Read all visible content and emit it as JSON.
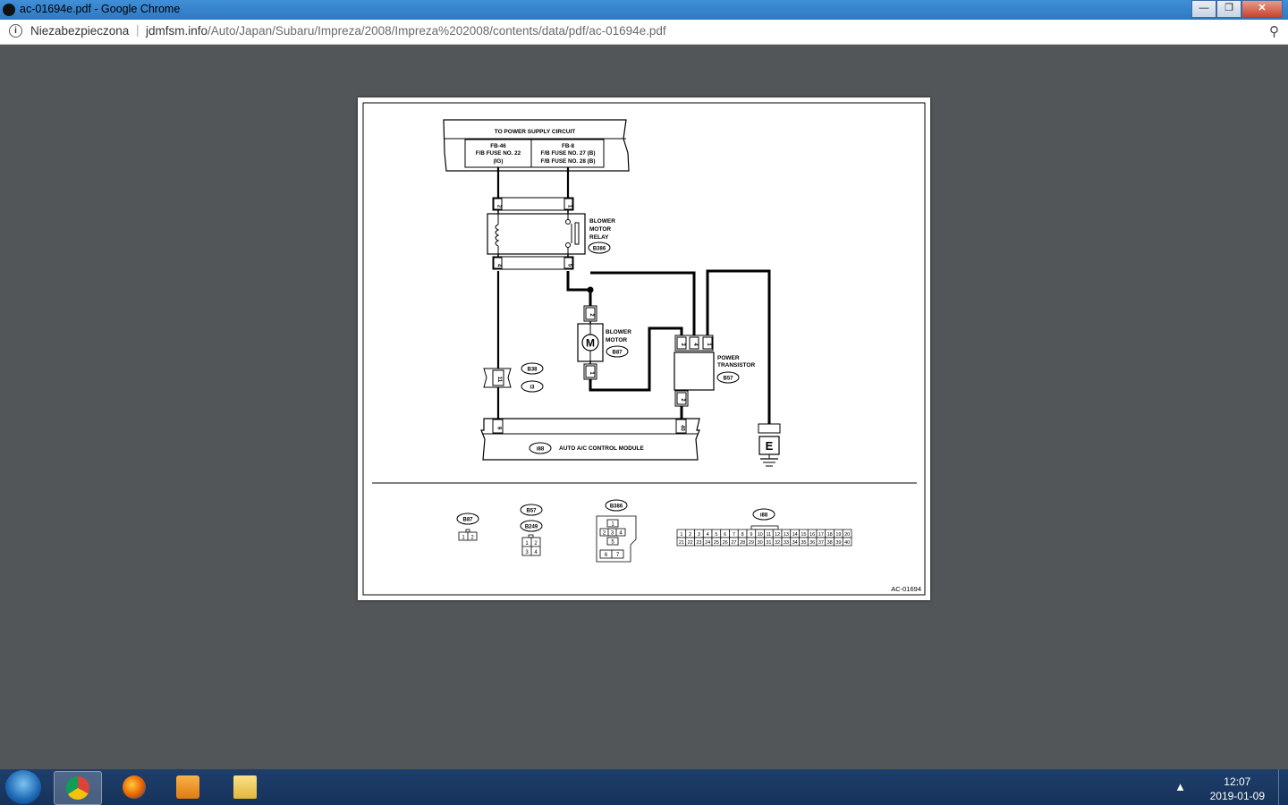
{
  "window": {
    "title": "ac-01694e.pdf - Google Chrome",
    "minimize": "—",
    "maximize": "❐",
    "close": "✕"
  },
  "address_bar": {
    "security": "Niezabezpieczona",
    "separator": "|",
    "domain": "jdmfsm.info",
    "path": "/Auto/Japan/Subaru/Impreza/2008/Impreza%202008/contents/data/pdf/ac-01694e.pdf",
    "info_glyph": "i",
    "zoom_glyph": "⚲"
  },
  "diagram": {
    "power_supply": "TO POWER SUPPLY CIRCUIT",
    "fuse_left": [
      "FB-46",
      "F/B FUSE NO. 22",
      "(IG)"
    ],
    "fuse_right": [
      "FB-8",
      "F/B FUSE NO. 27 (B)",
      "F/B FUSE NO. 28 (B)"
    ],
    "relay_label": [
      "BLOWER",
      "MOTOR",
      "RELAY"
    ],
    "relay_conn": "B386",
    "motor_label": [
      "BLOWER",
      "MOTOR"
    ],
    "motor_conn": "B87",
    "motor_symbol": "M",
    "transistor_label": [
      "POWER",
      "TRANSISTOR"
    ],
    "transistor_conn": "B57",
    "conn_b38": "B38",
    "conn_i3": "i3",
    "module_conn": "i88",
    "module_label": "AUTO A/C CONTROL MODULE",
    "ground": "E",
    "pins": {
      "relay_top_left": "2",
      "relay_top_right": "1",
      "relay_bot_left": "4",
      "relay_bot_right": "5",
      "motor_top": "2",
      "motor_bot": "1",
      "pt_a": "3",
      "pt_b": "4",
      "pt_c": "1",
      "pt_bot": "2",
      "junction": "11",
      "module_left": "9",
      "module_right": "40"
    },
    "views": {
      "b87": {
        "conn": "B87",
        "pins": [
          "1",
          "2"
        ]
      },
      "b57": {
        "conn": "B57",
        "conn2": "B249",
        "pins": [
          "1",
          "2",
          "3",
          "4"
        ]
      },
      "b386": {
        "conn": "B386",
        "pins": [
          "1",
          "2",
          "3",
          "4",
          "5",
          "6",
          "7"
        ]
      },
      "i88": {
        "conn": "i88",
        "row1": [
          "1",
          "2",
          "3",
          "4",
          "5",
          "6",
          "7",
          "8",
          "9",
          "10",
          "11",
          "12",
          "13",
          "14",
          "15",
          "16",
          "17",
          "18",
          "19",
          "20"
        ],
        "row2": [
          "21",
          "22",
          "23",
          "24",
          "25",
          "26",
          "27",
          "28",
          "29",
          "30",
          "31",
          "32",
          "33",
          "34",
          "35",
          "36",
          "37",
          "38",
          "39",
          "40"
        ]
      }
    },
    "figure_id": "AC-01694"
  },
  "taskbar": {
    "time": "12:07",
    "date": "2019-01-09",
    "tray_up": "▲"
  }
}
